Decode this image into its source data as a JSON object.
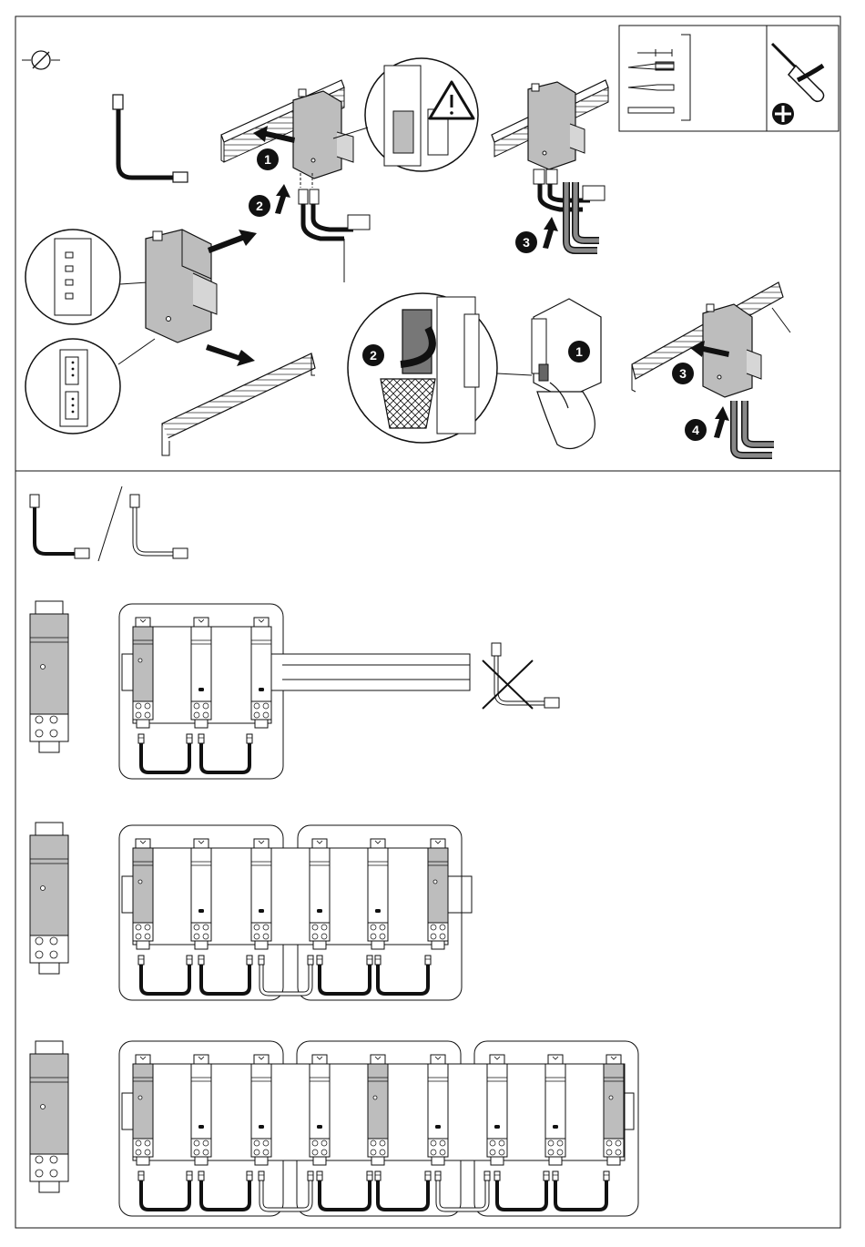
{
  "steps_top_left": {
    "step1": "1",
    "step2": "2"
  },
  "steps_top_right": {
    "step3": "3"
  },
  "steps_bottom_middle": {
    "step1": "1",
    "step2": "2"
  },
  "steps_bottom_right": {
    "step3": "3",
    "step4": "4"
  },
  "icons": {
    "no_tool": "prohibited-circle-icon",
    "warning": "warning-triangle-icon",
    "screwdriver": "screwdriver-icon",
    "pozidriv": "pozidriv-tip-icon",
    "trash": "waste-bin-icon",
    "not_allowed": "cross-out-icon"
  },
  "configurations": [
    {
      "groups": 1,
      "modules_per_group": 3
    },
    {
      "groups": 2,
      "modules_per_group": 3
    },
    {
      "groups": 3,
      "modules_per_group": 3
    }
  ],
  "colors": {
    "line": "#111111",
    "module_dark": "#bdbdbd",
    "module_light": "#ffffff",
    "cable_dark": "#222222",
    "cable_light": "#ffffff"
  }
}
